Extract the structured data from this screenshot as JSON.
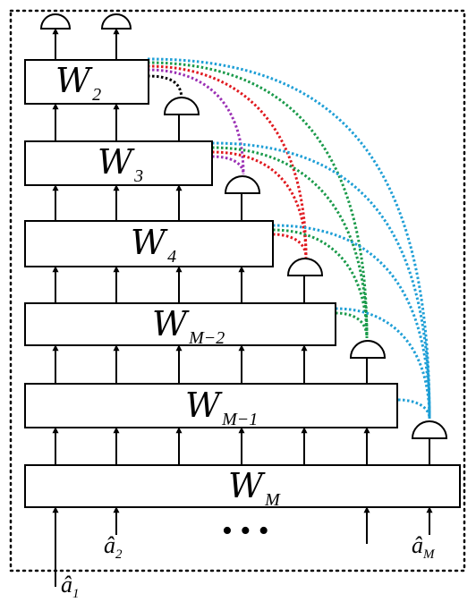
{
  "layers": [
    {
      "id": "w2",
      "base": "W",
      "sub": "2"
    },
    {
      "id": "w3",
      "base": "W",
      "sub": "3"
    },
    {
      "id": "w4",
      "base": "W",
      "sub": "4"
    },
    {
      "id": "wm2",
      "base": "W",
      "sub": "M−2"
    },
    {
      "id": "wm1",
      "base": "W",
      "sub": "M−1"
    },
    {
      "id": "wm",
      "base": "W",
      "sub": "M"
    }
  ],
  "inputs": [
    {
      "id": "a1",
      "base": "â",
      "sub": "1"
    },
    {
      "id": "a2",
      "base": "â",
      "sub": "2"
    },
    {
      "id": "am",
      "base": "â",
      "sub": "M"
    }
  ],
  "ellipsis": "•  •  •",
  "colors": {
    "black": "#000000",
    "purple": "#9b30b4",
    "red": "#e0191f",
    "green": "#1a9a4a",
    "blue": "#1f9fd6"
  }
}
